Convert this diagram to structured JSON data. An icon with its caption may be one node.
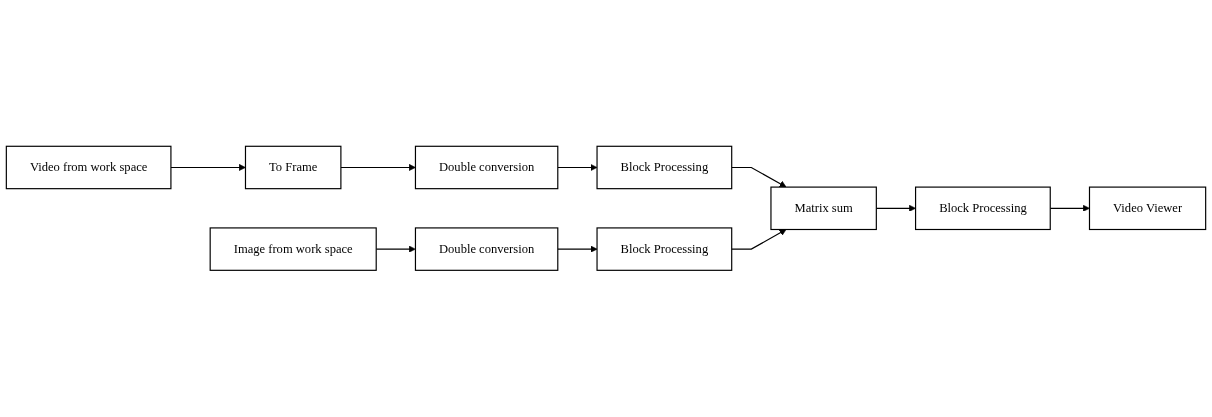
{
  "diagram": {
    "nodes": [
      {
        "text": [
          "Video from work space"
        ]
      },
      {
        "text": [
          "To Frame"
        ]
      },
      {
        "text": [
          "Double conversion"
        ]
      },
      {
        "text": [
          "Block Processing"
        ]
      },
      {
        "text": [
          "Matrix sum"
        ]
      },
      {
        "text": [
          "Block Processing"
        ]
      },
      {
        "text": [
          "Image from work space"
        ]
      },
      {
        "text": [
          "Double conversion"
        ]
      },
      {
        "text": [
          "Block Processing"
        ]
      },
      {
        "text": [
          "Video Viewer"
        ]
      }
    ],
    "edges": [
      {
        "from": 0,
        "to": 1,
        "arrow": "to"
      },
      {
        "from": 1,
        "to": 2,
        "arrow": "to"
      },
      {
        "from": 2,
        "to": 3,
        "arrow": "to"
      },
      {
        "from": 3,
        "to": 4,
        "arrow": "to"
      },
      {
        "from": 4,
        "to": 5,
        "arrow": "to"
      },
      {
        "from": 5,
        "to": 9,
        "arrow": "to"
      },
      {
        "from": 6,
        "to": 7,
        "arrow": "to"
      },
      {
        "from": 7,
        "to": 8,
        "arrow": "to"
      },
      {
        "from": 8,
        "to": 4,
        "arrow": "to"
      }
    ]
  }
}
